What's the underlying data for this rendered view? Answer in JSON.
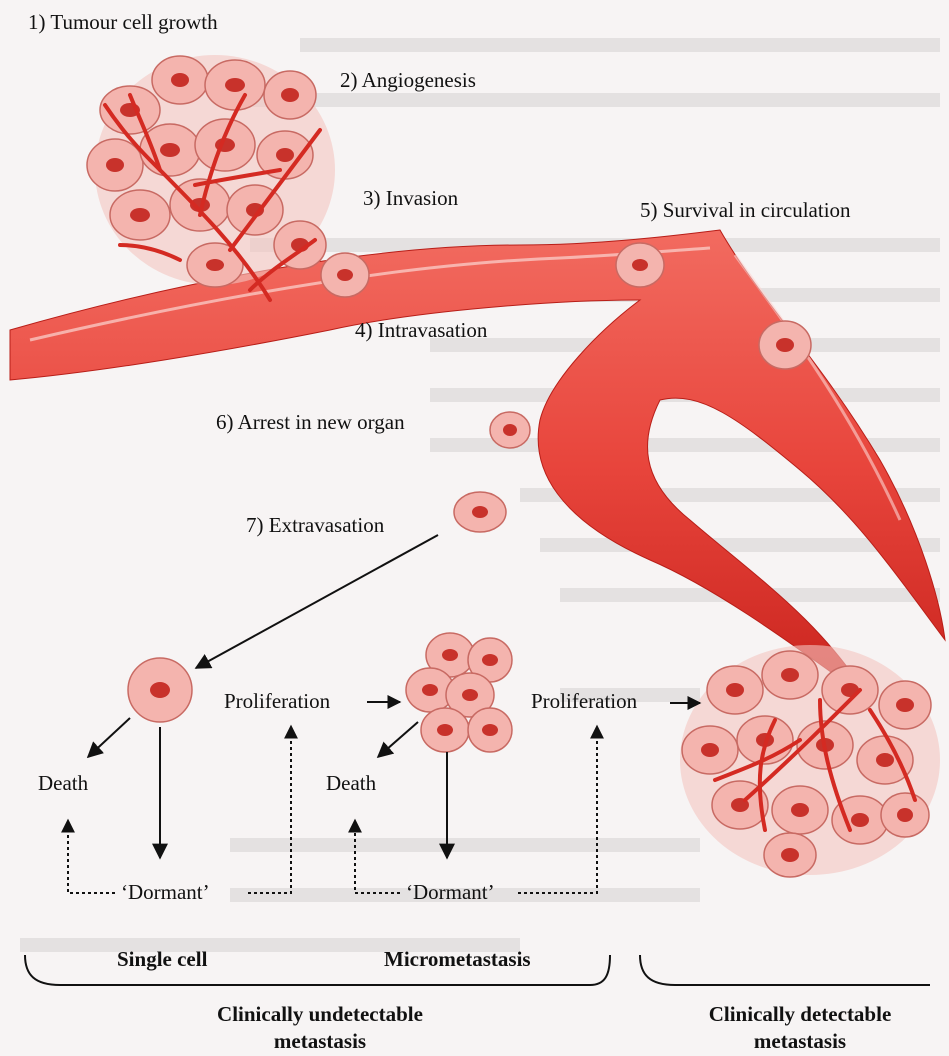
{
  "colors": {
    "vessel": "#e8453c",
    "vessel_dark": "#c9231d",
    "cell_fill": "#f4b4ae",
    "cell_edge": "#c86a63",
    "nucleus": "#c8322b",
    "background": "#f7f4f4"
  },
  "steps": {
    "s1": "1) Tumour cell growth",
    "s2": "2) Angiogenesis",
    "s3": "3) Invasion",
    "s4": "4) Intravasation",
    "s5": "5) Survival in circulation",
    "s6": "6) Arrest in new organ",
    "s7": "7) Extravasation"
  },
  "fates": {
    "proliferation_left": "Proliferation",
    "proliferation_right": "Proliferation",
    "death_left": "Death",
    "death_right": "Death",
    "dormant_left": "‘Dormant’",
    "dormant_right": "‘Dormant’"
  },
  "groups": {
    "single_cell": "Single cell",
    "micrometastasis": "Micrometastasis",
    "undetectable_line1": "Clinically undetectable",
    "undetectable_line2": "metastasis",
    "detectable_line1": "Clinically detectable",
    "detectable_line2": "metastasis"
  }
}
